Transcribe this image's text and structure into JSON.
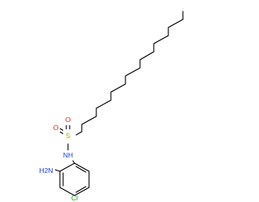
{
  "molecule": {
    "atoms": {
      "nh2": "H2N",
      "nh": "NH",
      "s": "S",
      "o1": "O",
      "o2": "O",
      "cl": "Cl"
    },
    "colors": {
      "bond": "#000000",
      "nitrogen": "#1a3fd6",
      "sulfur": "#b8a200",
      "oxygen": "#e8201a",
      "chlorine": "#1aa11a"
    }
  }
}
